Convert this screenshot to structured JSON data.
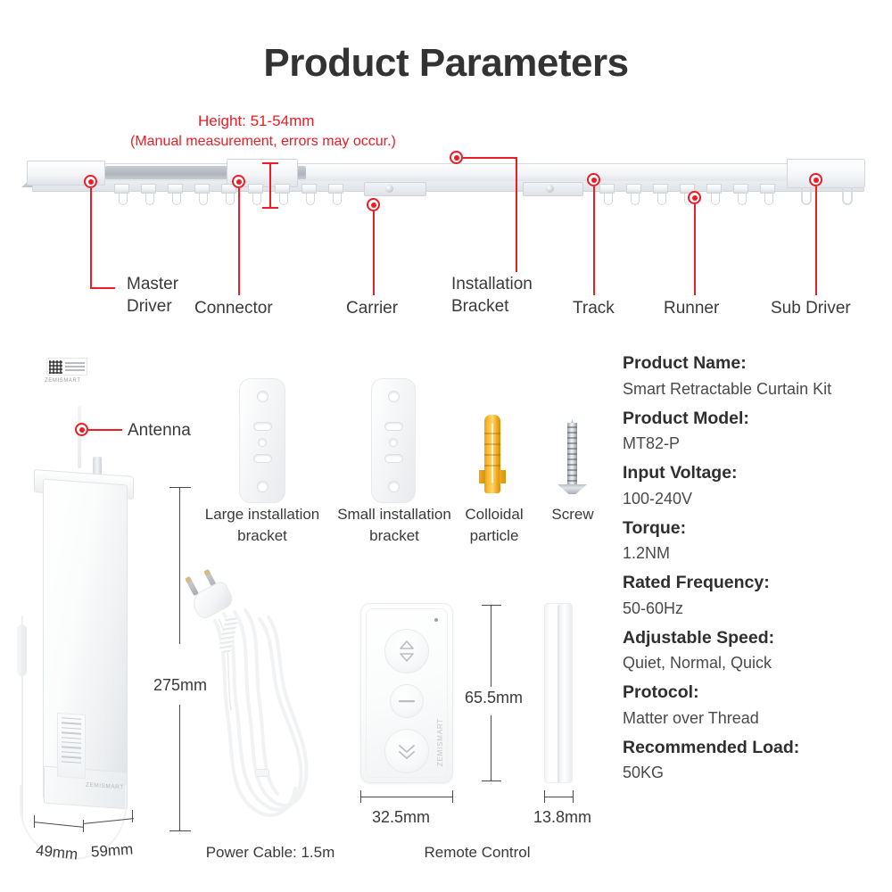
{
  "title": "Product Parameters",
  "height_note": {
    "line1": "Height: 51-54mm",
    "line2": "(Manual measurement, errors may occur.)",
    "color": "#ee1c25"
  },
  "callouts": [
    {
      "id": "master-driver",
      "label": "Master\nDriver"
    },
    {
      "id": "connector",
      "label": "Connector"
    },
    {
      "id": "carrier",
      "label": "Carrier"
    },
    {
      "id": "installation-bracket",
      "label": "Installation\nBracket"
    },
    {
      "id": "track",
      "label": "Track"
    },
    {
      "id": "runner",
      "label": "Runner"
    },
    {
      "id": "sub-driver",
      "label": "Sub Driver"
    },
    {
      "id": "antenna",
      "label": "Antenna"
    }
  ],
  "accessories": [
    {
      "id": "large-bracket",
      "label": "Large installation\nbracket"
    },
    {
      "id": "small-bracket",
      "label": "Small installation\nbracket"
    },
    {
      "id": "colloidal-particle",
      "label": "Colloidal\nparticle"
    },
    {
      "id": "screw",
      "label": "Screw"
    }
  ],
  "bottom_items": [
    {
      "id": "power-cable",
      "label": "Power Cable: 1.5m"
    },
    {
      "id": "remote-control",
      "label": "Remote Control"
    }
  ],
  "dimensions": {
    "driver_height": "275mm",
    "driver_depth": "49mm",
    "driver_width": "59mm",
    "remote_height": "65.5mm",
    "remote_width": "32.5mm",
    "remote_thickness": "13.8mm"
  },
  "specs": [
    {
      "key": "Product Name:",
      "value": "Smart Retractable Curtain Kit"
    },
    {
      "key": "Product Model:",
      "value": "MT82-P"
    },
    {
      "key": "Input Voltage:",
      "value": "100-240V"
    },
    {
      "key": "Torque:",
      "value": "1.2NM"
    },
    {
      "key": "Rated Frequency:",
      "value": "50-60Hz"
    },
    {
      "key": "Adjustable Speed:",
      "value": "Quiet, Normal, Quick"
    },
    {
      "key": "Protocol:",
      "value": "Matter over Thread"
    },
    {
      "key": "Recommended Load:",
      "value": "50KG"
    }
  ],
  "brand": "ZEMISMART",
  "remote_buttons": [
    {
      "id": "open-button",
      "icon": "up-down-arrows-icon"
    },
    {
      "id": "stop-button",
      "icon": "minus-icon"
    },
    {
      "id": "close-button",
      "icon": "double-chevron-icon"
    }
  ],
  "colors": {
    "accent_red": "#ee1c25",
    "text_dark": "#333333",
    "text_body": "#4a4a4a",
    "anchor_orange": "#ffc13c",
    "screw_silver": "#c5cad0"
  }
}
